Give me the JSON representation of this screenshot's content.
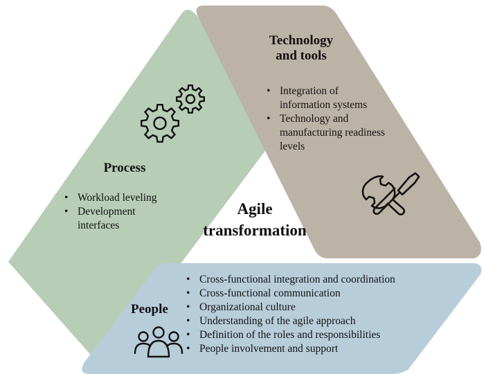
{
  "center_label": {
    "line1": "Agile",
    "line2": "transformation"
  },
  "technology": {
    "title_line1": "Technology",
    "title_line2": "and tools",
    "items": [
      [
        "Integration of",
        "information systems"
      ],
      [
        "Technology and",
        "manufacturing readiness",
        "levels"
      ]
    ],
    "fill": "#bcb3a7",
    "icon": "wrench-screwdriver-icon"
  },
  "process": {
    "title": "Process",
    "items": [
      [
        "Workload leveling"
      ],
      [
        "Development",
        "interfaces"
      ]
    ],
    "fill": "#b7cdb6",
    "icon": "gears-icon"
  },
  "people": {
    "title": "People",
    "items": [
      "Cross-functional integration and coordination",
      "Cross-functional communication",
      "Organizational culture",
      "Understanding of the agile approach",
      "Definition of the roles and responsibilities",
      "People involvement and support"
    ],
    "fill": "#b8cdda",
    "icon": "people-group-icon"
  }
}
